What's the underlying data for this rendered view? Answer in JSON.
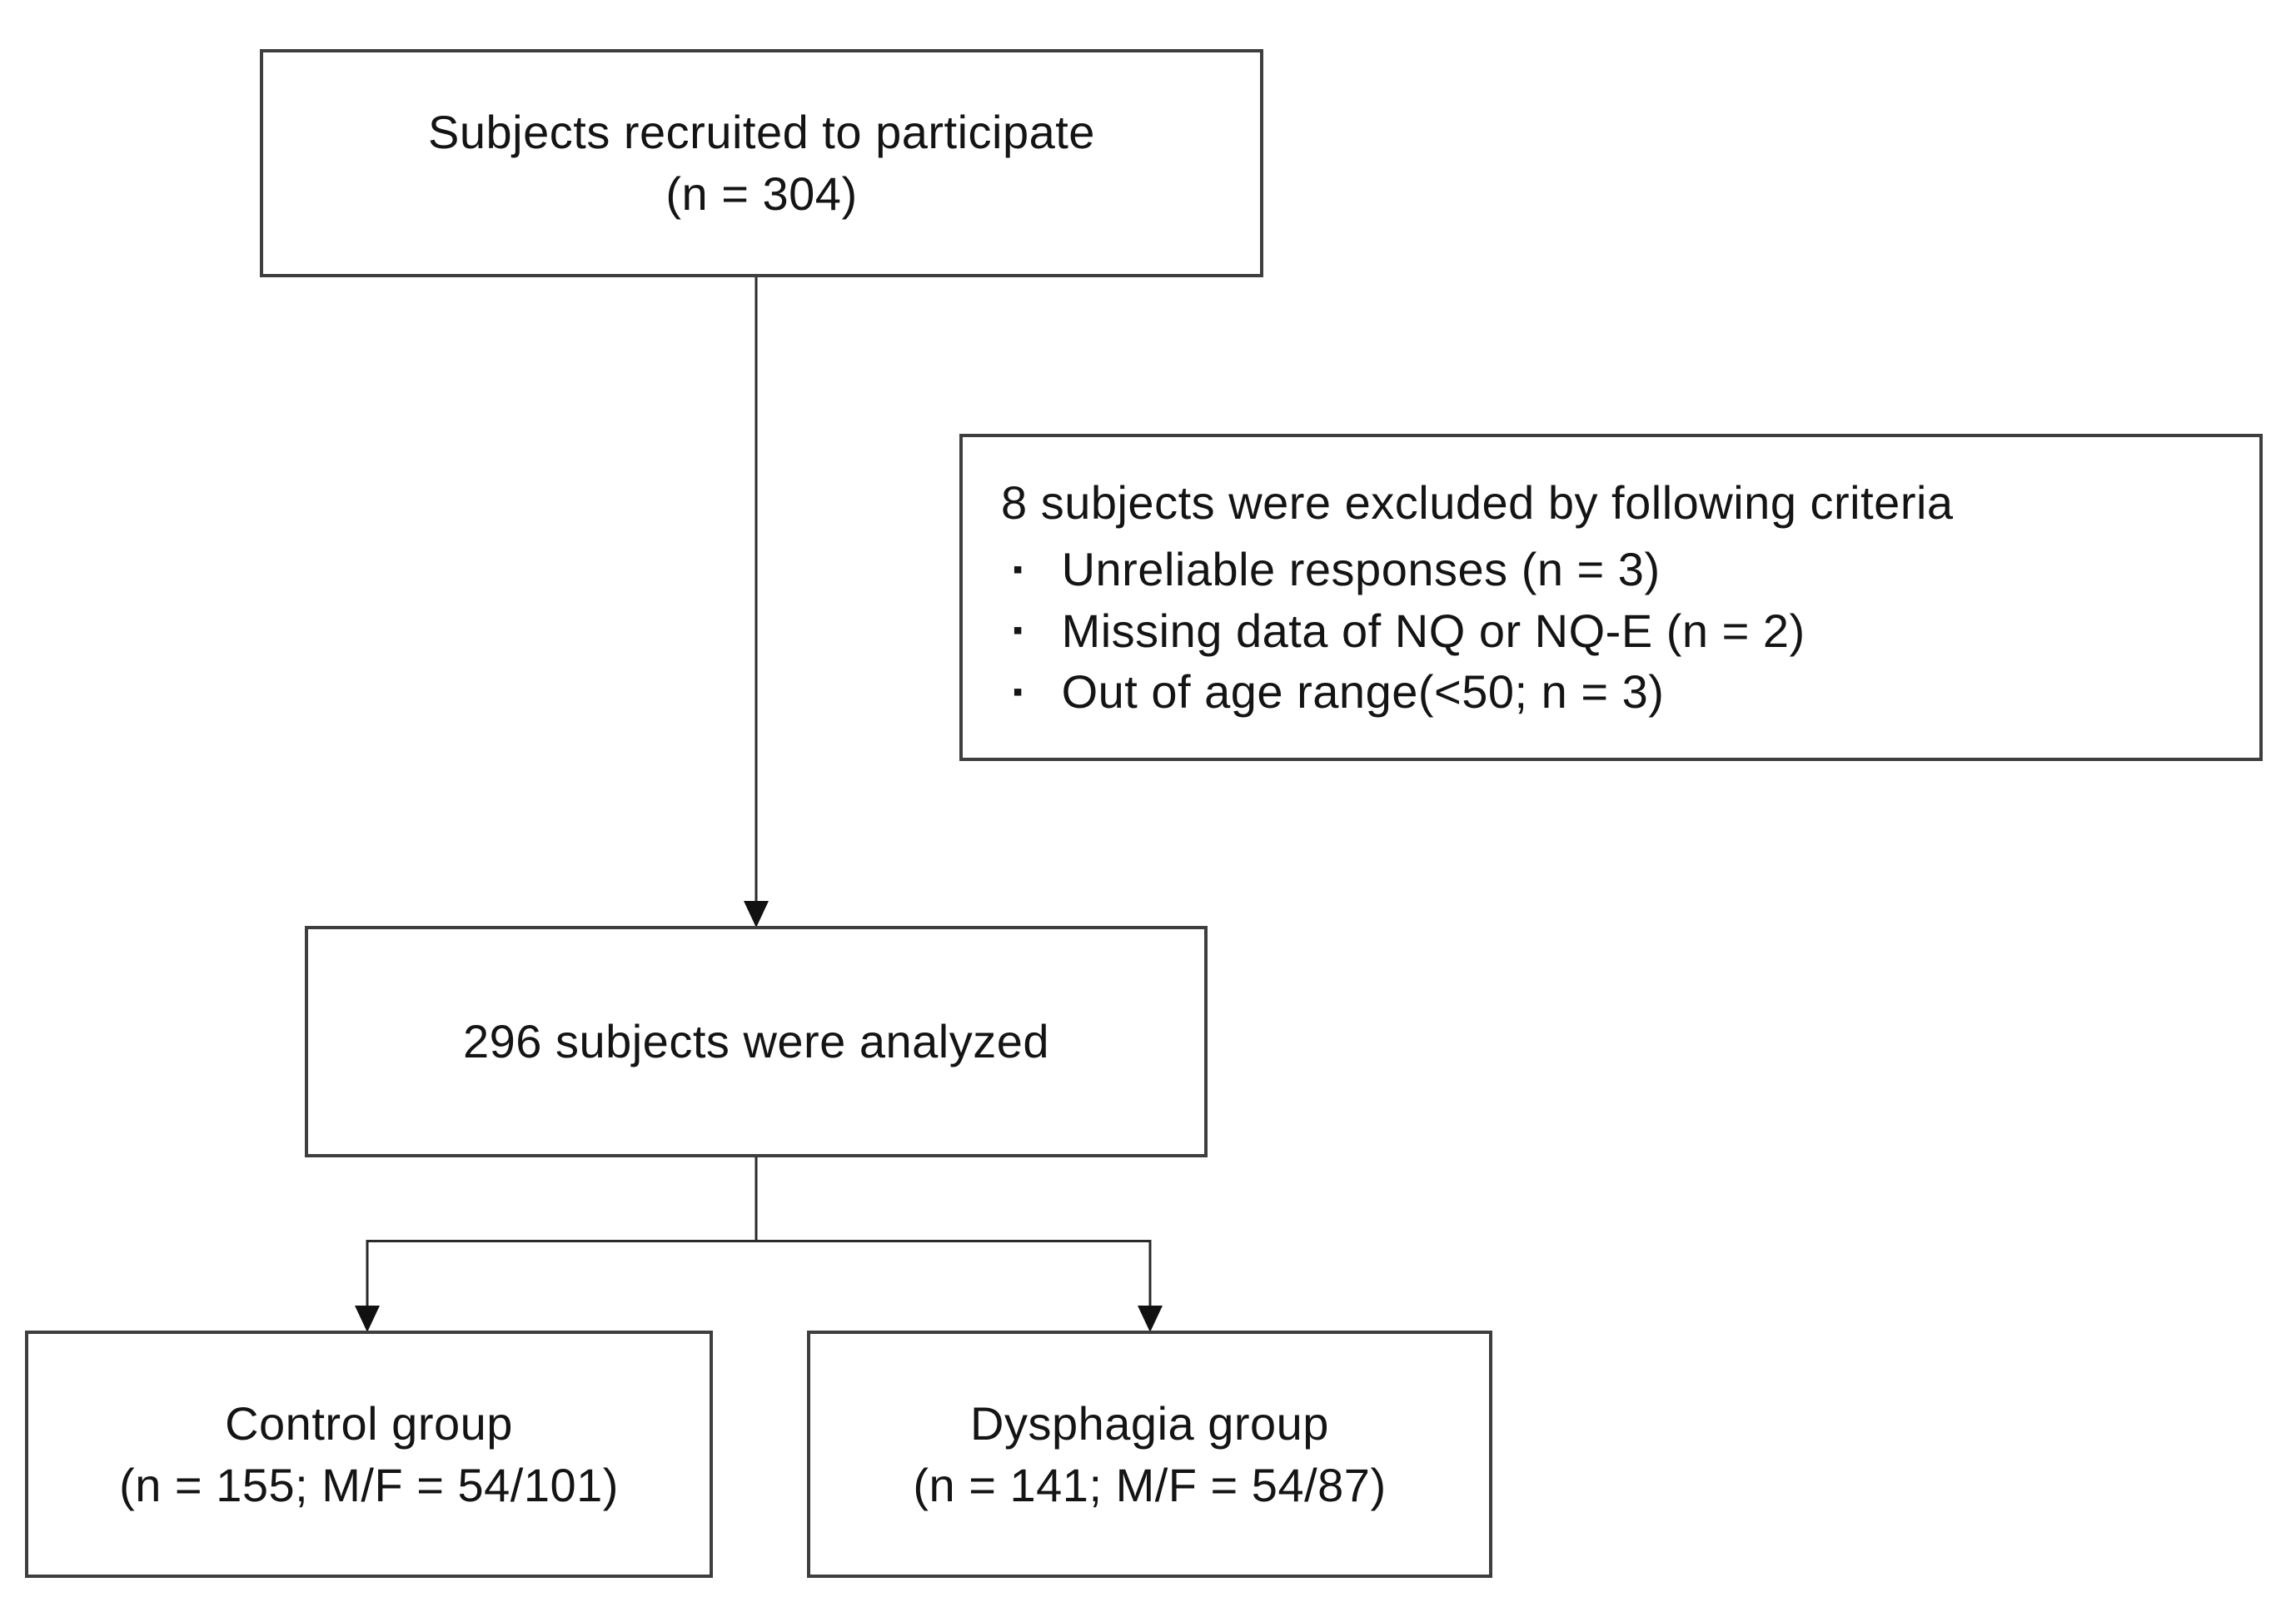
{
  "diagram": {
    "nodes": {
      "recruited": {
        "line1": "Subjects recruited to participate",
        "line2": "(n = 304)"
      },
      "excluded": {
        "title": "8 subjects were excluded by following criteria",
        "items": [
          "Unreliable responses (n = 3)",
          "Missing data of NQ or NQ-E (n = 2)",
          "Out of age range(<50; n = 3)"
        ]
      },
      "analyzed": {
        "line1": "296 subjects were analyzed"
      },
      "control": {
        "line1": "Control group",
        "line2": "(n = 155; M/F = 54/101)"
      },
      "dysphagia": {
        "line1": "Dysphagia group",
        "line2": "(n = 141; M/F = 54/87)"
      }
    },
    "icons": {
      "bullet": "▪"
    },
    "colors": {
      "background": "#ffffff",
      "box_border": "#3e3e3e",
      "connector_line": "#2a2a2a",
      "arrowhead": "#111111",
      "text": "#141414"
    }
  }
}
